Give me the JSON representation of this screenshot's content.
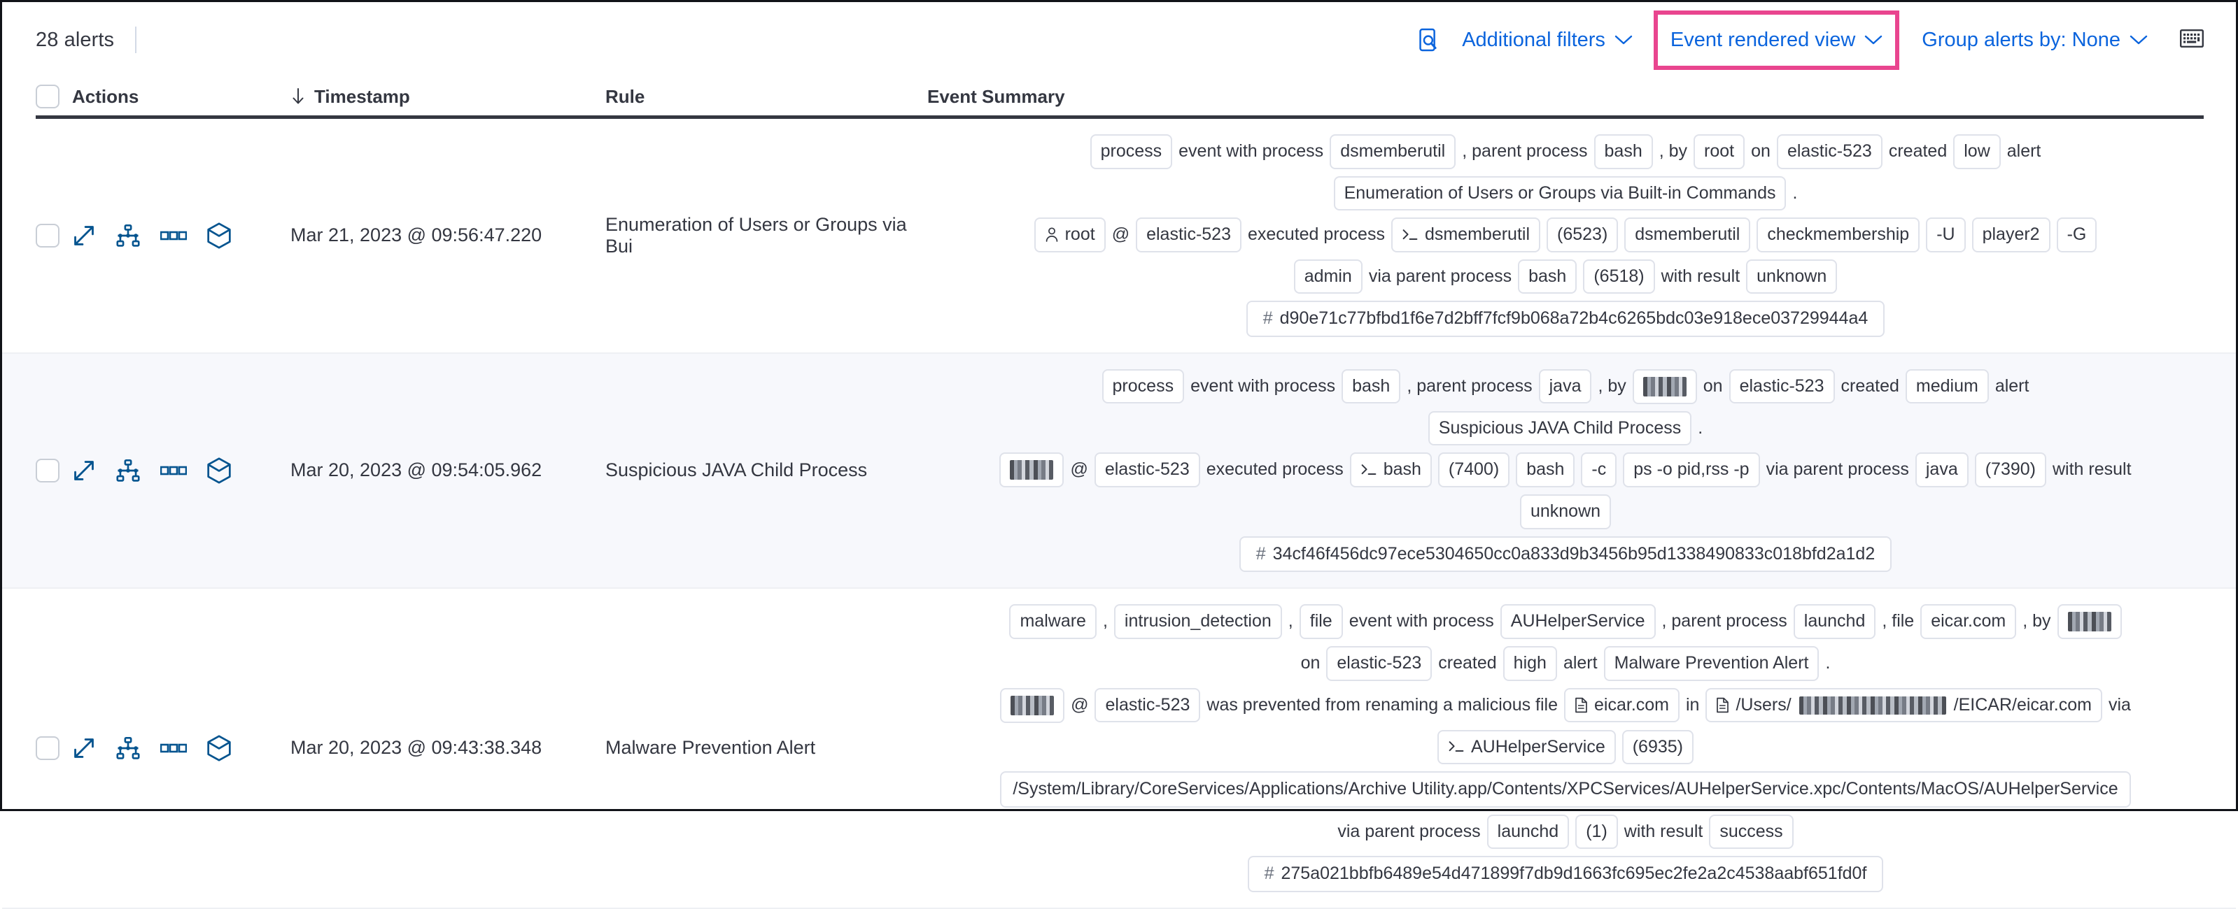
{
  "toolbar": {
    "alert_count": "28 alerts",
    "inspect_icon": "inspect-icon",
    "additional_filters_label": "Additional filters",
    "event_rendered_view_label": "Event rendered view",
    "group_alerts_label": "Group alerts by: None",
    "keyboard_icon": "keyboard-icon",
    "highlight_color": "#e9458f",
    "link_color": "#0b64dd"
  },
  "table": {
    "columns": {
      "select_all": "",
      "actions": "Actions",
      "timestamp": "Timestamp",
      "rule": "Rule",
      "event_summary": "Event Summary"
    },
    "sort_direction_icon": "arrow-down-icon",
    "row_actions": [
      "expand-icon",
      "analyzer-icon",
      "more-actions-icon",
      "session-view-icon"
    ]
  },
  "rows": [
    {
      "timestamp": "Mar 21, 2023 @ 09:56:47.220",
      "rule": "Enumeration of Users or Groups via Bui",
      "summary": {
        "line1": [
          {
            "t": "chip",
            "v": "process"
          },
          {
            "t": "text",
            "v": "event with process"
          },
          {
            "t": "chip",
            "v": "dsmemberutil"
          },
          {
            "t": "text",
            "v": ", parent process"
          },
          {
            "t": "chip",
            "v": "bash"
          },
          {
            "t": "text",
            "v": ", by"
          },
          {
            "t": "chip",
            "v": "root"
          },
          {
            "t": "text",
            "v": "on"
          },
          {
            "t": "chip",
            "v": "elastic-523"
          },
          {
            "t": "text",
            "v": "created"
          },
          {
            "t": "chip",
            "v": "low"
          },
          {
            "t": "text",
            "v": "alert"
          }
        ],
        "line2": [
          {
            "t": "chip",
            "v": "Enumeration of Users or Groups via Built-in Commands"
          },
          {
            "t": "text",
            "v": "."
          }
        ],
        "line3": [
          {
            "t": "chip-user",
            "v": "root"
          },
          {
            "t": "text",
            "v": "@"
          },
          {
            "t": "chip",
            "v": "elastic-523"
          },
          {
            "t": "text",
            "v": "executed process"
          },
          {
            "t": "chip-proc",
            "v": "dsmemberutil"
          },
          {
            "t": "chip",
            "v": "(6523)"
          },
          {
            "t": "chip",
            "v": "dsmemberutil"
          },
          {
            "t": "chip",
            "v": "checkmembership"
          },
          {
            "t": "chip",
            "v": "-U"
          },
          {
            "t": "chip",
            "v": "player2"
          },
          {
            "t": "chip",
            "v": "-G"
          }
        ],
        "line4": [
          {
            "t": "chip",
            "v": "admin"
          },
          {
            "t": "text",
            "v": "via parent process"
          },
          {
            "t": "chip",
            "v": "bash"
          },
          {
            "t": "chip",
            "v": "(6518)"
          },
          {
            "t": "text",
            "v": "with result"
          },
          {
            "t": "chip",
            "v": "unknown"
          }
        ],
        "hash": "d90e71c77bfbd1f6e7d2bff7fcf9b068a72b4c6265bdc03e918ece03729944a4"
      }
    },
    {
      "timestamp": "Mar 20, 2023 @ 09:54:05.962",
      "rule": "Suspicious JAVA Child Process",
      "summary": {
        "line1": [
          {
            "t": "chip",
            "v": "process"
          },
          {
            "t": "text",
            "v": "event with process"
          },
          {
            "t": "chip",
            "v": "bash"
          },
          {
            "t": "text",
            "v": ", parent process"
          },
          {
            "t": "chip",
            "v": "java"
          },
          {
            "t": "text",
            "v": ", by"
          },
          {
            "t": "chip-redacted",
            "v": ""
          },
          {
            "t": "text",
            "v": "on"
          },
          {
            "t": "chip",
            "v": "elastic-523"
          },
          {
            "t": "text",
            "v": "created"
          },
          {
            "t": "chip",
            "v": "medium"
          },
          {
            "t": "text",
            "v": "alert"
          }
        ],
        "line2": [
          {
            "t": "chip",
            "v": "Suspicious JAVA Child Process"
          },
          {
            "t": "text",
            "v": "."
          }
        ],
        "line3": [
          {
            "t": "chip-redacted",
            "v": ""
          },
          {
            "t": "text",
            "v": "@"
          },
          {
            "t": "chip",
            "v": "elastic-523"
          },
          {
            "t": "text",
            "v": "executed process"
          },
          {
            "t": "chip-proc",
            "v": "bash"
          },
          {
            "t": "chip",
            "v": "(7400)"
          },
          {
            "t": "chip",
            "v": "bash"
          },
          {
            "t": "chip",
            "v": "-c"
          },
          {
            "t": "chip",
            "v": "ps -o pid,rss -p"
          },
          {
            "t": "text",
            "v": "via parent process"
          },
          {
            "t": "chip",
            "v": "java"
          },
          {
            "t": "chip",
            "v": "(7390)"
          },
          {
            "t": "text",
            "v": "with result"
          }
        ],
        "line4": [
          {
            "t": "chip",
            "v": "unknown"
          }
        ],
        "hash": "34cf46f456dc97ece5304650cc0a833d9b3456b95d1338490833c018bfd2a1d2"
      }
    },
    {
      "timestamp": "Mar 20, 2023 @ 09:43:38.348",
      "rule": "Malware Prevention Alert",
      "summary": {
        "line1": [
          {
            "t": "chip",
            "v": "malware"
          },
          {
            "t": "text",
            "v": ","
          },
          {
            "t": "chip",
            "v": "intrusion_detection"
          },
          {
            "t": "text",
            "v": ","
          },
          {
            "t": "chip",
            "v": "file"
          },
          {
            "t": "text",
            "v": "event with process"
          },
          {
            "t": "chip",
            "v": "AUHelperService"
          },
          {
            "t": "text",
            "v": ", parent process"
          },
          {
            "t": "chip",
            "v": "launchd"
          },
          {
            "t": "text",
            "v": ", file"
          },
          {
            "t": "chip",
            "v": "eicar.com"
          },
          {
            "t": "text",
            "v": ", by"
          },
          {
            "t": "chip-redacted",
            "v": ""
          }
        ],
        "line2": [
          {
            "t": "text",
            "v": "on"
          },
          {
            "t": "chip",
            "v": "elastic-523"
          },
          {
            "t": "text",
            "v": "created"
          },
          {
            "t": "chip",
            "v": "high"
          },
          {
            "t": "text",
            "v": "alert"
          },
          {
            "t": "chip",
            "v": "Malware Prevention Alert"
          },
          {
            "t": "text",
            "v": "."
          }
        ],
        "line3": [
          {
            "t": "chip-redacted",
            "v": ""
          },
          {
            "t": "text",
            "v": "@"
          },
          {
            "t": "chip",
            "v": "elastic-523"
          },
          {
            "t": "text",
            "v": "was prevented from renaming a malicious file"
          },
          {
            "t": "chip-file",
            "v": "eicar.com"
          },
          {
            "t": "text",
            "v": "in"
          },
          {
            "t": "chip-file-redacted",
            "v": "/Users/|/EICAR/eicar.com"
          },
          {
            "t": "text",
            "v": "via"
          }
        ],
        "line4": [
          {
            "t": "chip-proc",
            "v": "AUHelperService"
          },
          {
            "t": "chip",
            "v": "(6935)"
          }
        ],
        "line5": [
          {
            "t": "chip-path",
            "v": "/System/Library/CoreServices/Applications/Archive Utility.app/Contents/XPCServices/AUHelperService.xpc/Contents/MacOS/AUHelperService"
          }
        ],
        "line6": [
          {
            "t": "text",
            "v": "via parent process"
          },
          {
            "t": "chip",
            "v": "launchd"
          },
          {
            "t": "chip",
            "v": "(1)"
          },
          {
            "t": "text",
            "v": "with result"
          },
          {
            "t": "chip",
            "v": "success"
          }
        ],
        "hash": "275a021bbfb6489e54d471899f7db9d1663fc695ec2fe2a2c4538aabf651fd0f"
      }
    }
  ]
}
